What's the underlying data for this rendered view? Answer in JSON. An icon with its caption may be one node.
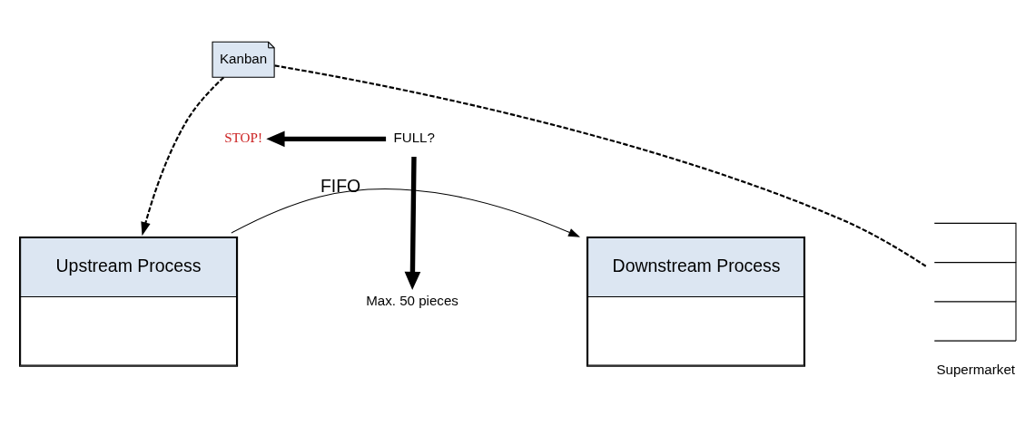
{
  "diagram": {
    "nodes": [
      {
        "text": [
          "Upstream Process"
        ]
      },
      {
        "text": [
          "Downstream Process"
        ]
      },
      {
        "text": [
          "Supermarket"
        ]
      },
      {
        "text": [
          "Kanban"
        ]
      },
      {
        "text": [
          "STOP!"
        ]
      },
      {
        "text": [
          "FULL?"
        ]
      },
      {
        "text": [
          "Max. 50 pieces"
        ]
      }
    ],
    "edges": [
      {
        "from": 2,
        "to": 3,
        "arrow": "none",
        "style": "dashed"
      },
      {
        "from": 3,
        "to": 0,
        "arrow": "to",
        "style": "dashed"
      },
      {
        "from": 5,
        "to": 4,
        "arrow": "to",
        "style": "thick"
      },
      {
        "from": 5,
        "to": 6,
        "arrow": "to",
        "style": "thick"
      },
      {
        "from": 0,
        "to": 1,
        "label": "FIFO",
        "arrow": "to"
      }
    ]
  }
}
